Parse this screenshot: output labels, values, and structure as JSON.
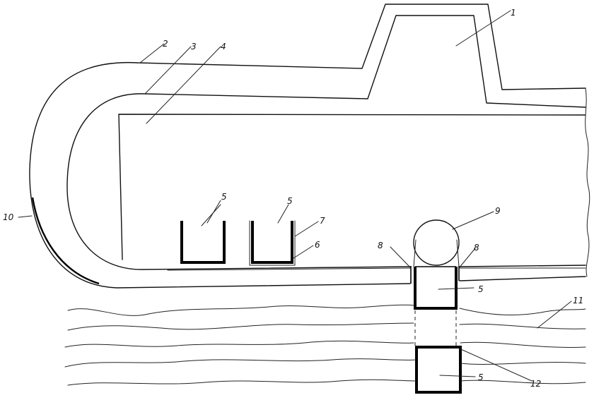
{
  "labels": {
    "l1": "1",
    "l2": "2",
    "l3": "3",
    "l4": "4",
    "l5a": "5",
    "l5b": "5",
    "l5c": "5",
    "l5d": "5",
    "l6": "6",
    "l7": "7",
    "l8a": "8",
    "l8b": "8",
    "l9": "9",
    "l10": "10",
    "l11": "11",
    "l12": "12"
  }
}
